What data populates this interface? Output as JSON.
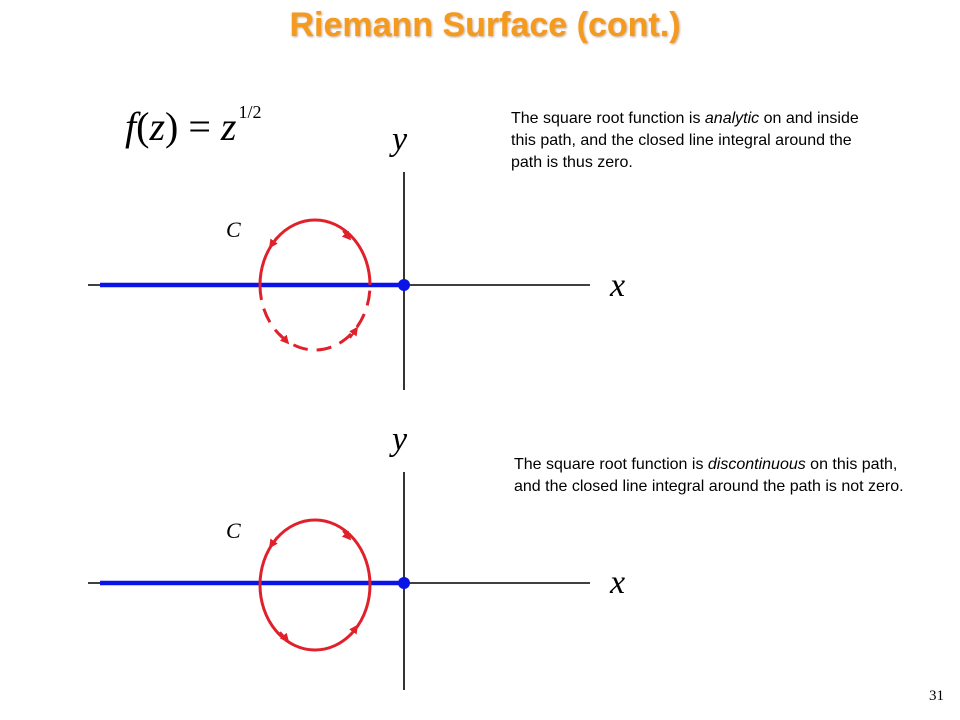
{
  "slide": {
    "title": "Riemann Surface (cont.)",
    "page_number": "31"
  },
  "formula": {
    "lhs": "f",
    "open": "(",
    "var": "z",
    "close": ") =",
    "base": "z",
    "exponent": "1/2"
  },
  "top_panel": {
    "description_parts": [
      "The square root function is ",
      "analytic",
      " on and inside this path, and the closed line integral around the path is thus zero."
    ],
    "contour_label": "C",
    "x_label": "x",
    "y_label": "y"
  },
  "bottom_panel": {
    "description_parts": [
      "The square root function is ",
      "discontinuous",
      " on this path, and the closed line integral around the path is not zero."
    ],
    "contour_label": "C",
    "x_label": "x",
    "y_label": "y"
  },
  "colors": {
    "title": "#f39a1f",
    "branch_cut": "#0a14e6",
    "contour": "#e0202a",
    "axes": "#000000"
  }
}
